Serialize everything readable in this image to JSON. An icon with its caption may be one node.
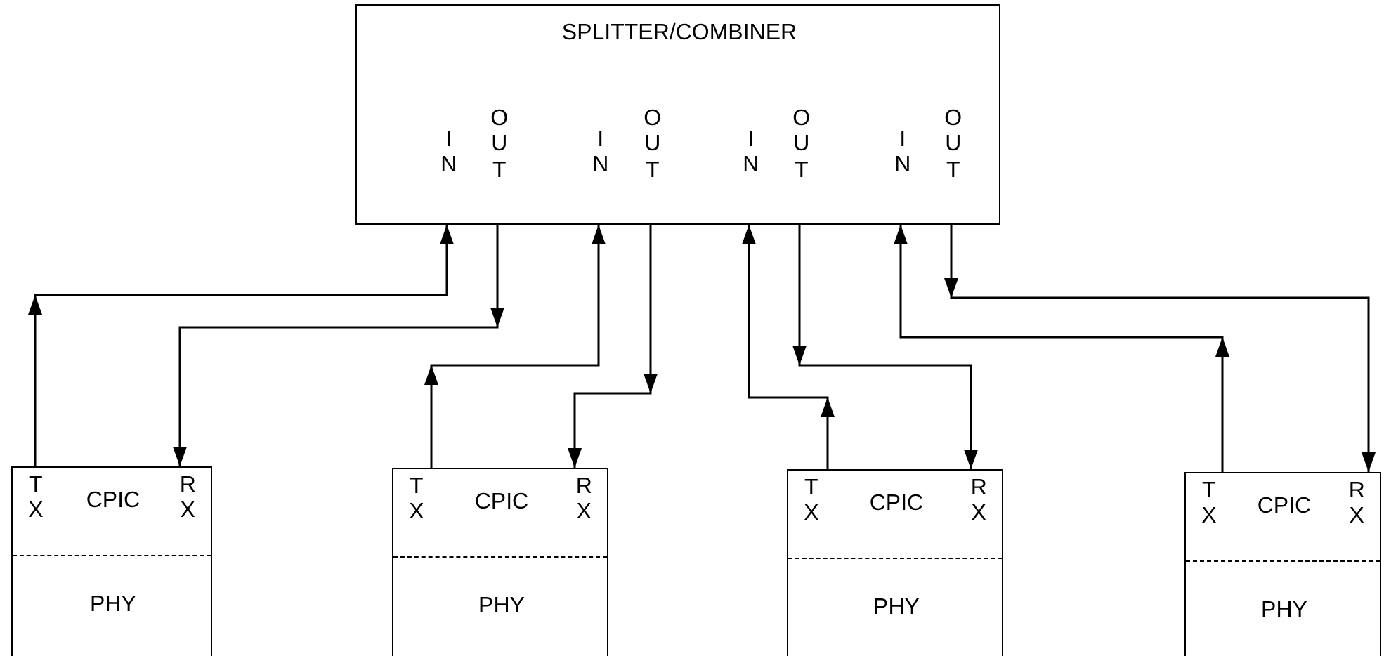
{
  "diagram": {
    "nodes": [
      {
        "text": [
          "SPLITTER/COMBINER",
          "IN",
          "OUT",
          "IN",
          "OUT",
          "IN",
          "OUT",
          "IN",
          "OUT"
        ]
      },
      {
        "text": [
          "TX",
          "CPIC",
          "RX",
          "PHY"
        ]
      },
      {
        "text": [
          "TX",
          "CPIC",
          "RX",
          "PHY"
        ]
      },
      {
        "text": [
          "TX",
          "CPIC",
          "RX",
          "PHY"
        ]
      },
      {
        "text": [
          "TX",
          "CPIC",
          "RX",
          "PHY"
        ]
      }
    ],
    "edges": [
      {
        "from": 1,
        "to": 0,
        "arrow": "to"
      },
      {
        "from": 0,
        "to": 1,
        "arrow": "to"
      },
      {
        "from": 2,
        "to": 0,
        "arrow": "to"
      },
      {
        "from": 0,
        "to": 2,
        "arrow": "to"
      },
      {
        "from": 3,
        "to": 0,
        "arrow": "to"
      },
      {
        "from": 0,
        "to": 3,
        "arrow": "to"
      },
      {
        "from": 4,
        "to": 0,
        "arrow": "to"
      },
      {
        "from": 0,
        "to": 4,
        "arrow": "to"
      }
    ]
  }
}
